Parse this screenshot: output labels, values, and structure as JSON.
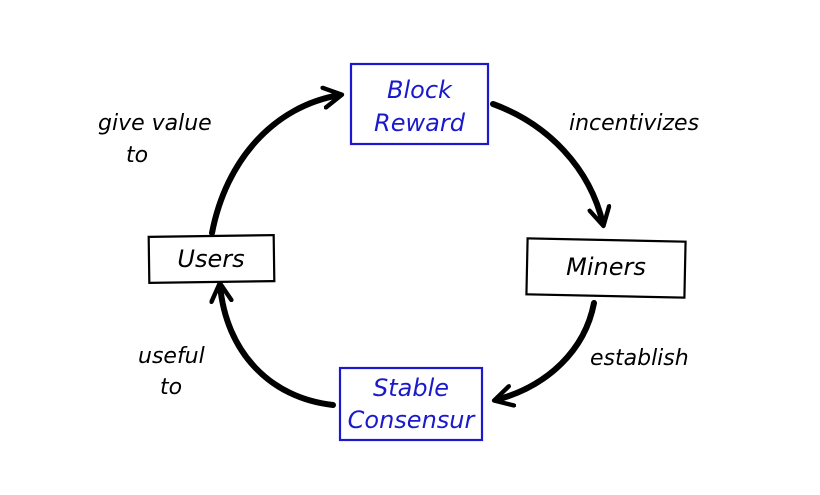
{
  "diagram": {
    "nodes": [
      {
        "id": "block-reward",
        "lines": [
          "Block",
          "Reward"
        ],
        "color": "#1a1acc"
      },
      {
        "id": "miners",
        "lines": [
          "Miners"
        ],
        "color": "#000000"
      },
      {
        "id": "stable-consensus",
        "lines": [
          "Stable",
          "Consensur"
        ],
        "color": "#1a1acc"
      },
      {
        "id": "users",
        "lines": [
          "Users"
        ],
        "color": "#000000"
      }
    ],
    "edges": [
      {
        "from": "block-reward",
        "to": "miners",
        "label": [
          "incentivizes"
        ]
      },
      {
        "from": "miners",
        "to": "stable-consensus",
        "label": [
          "establish"
        ]
      },
      {
        "from": "stable-consensus",
        "to": "users",
        "label": [
          "useful",
          "to"
        ]
      },
      {
        "from": "users",
        "to": "block-reward",
        "label": [
          "give value",
          "to"
        ]
      }
    ]
  }
}
